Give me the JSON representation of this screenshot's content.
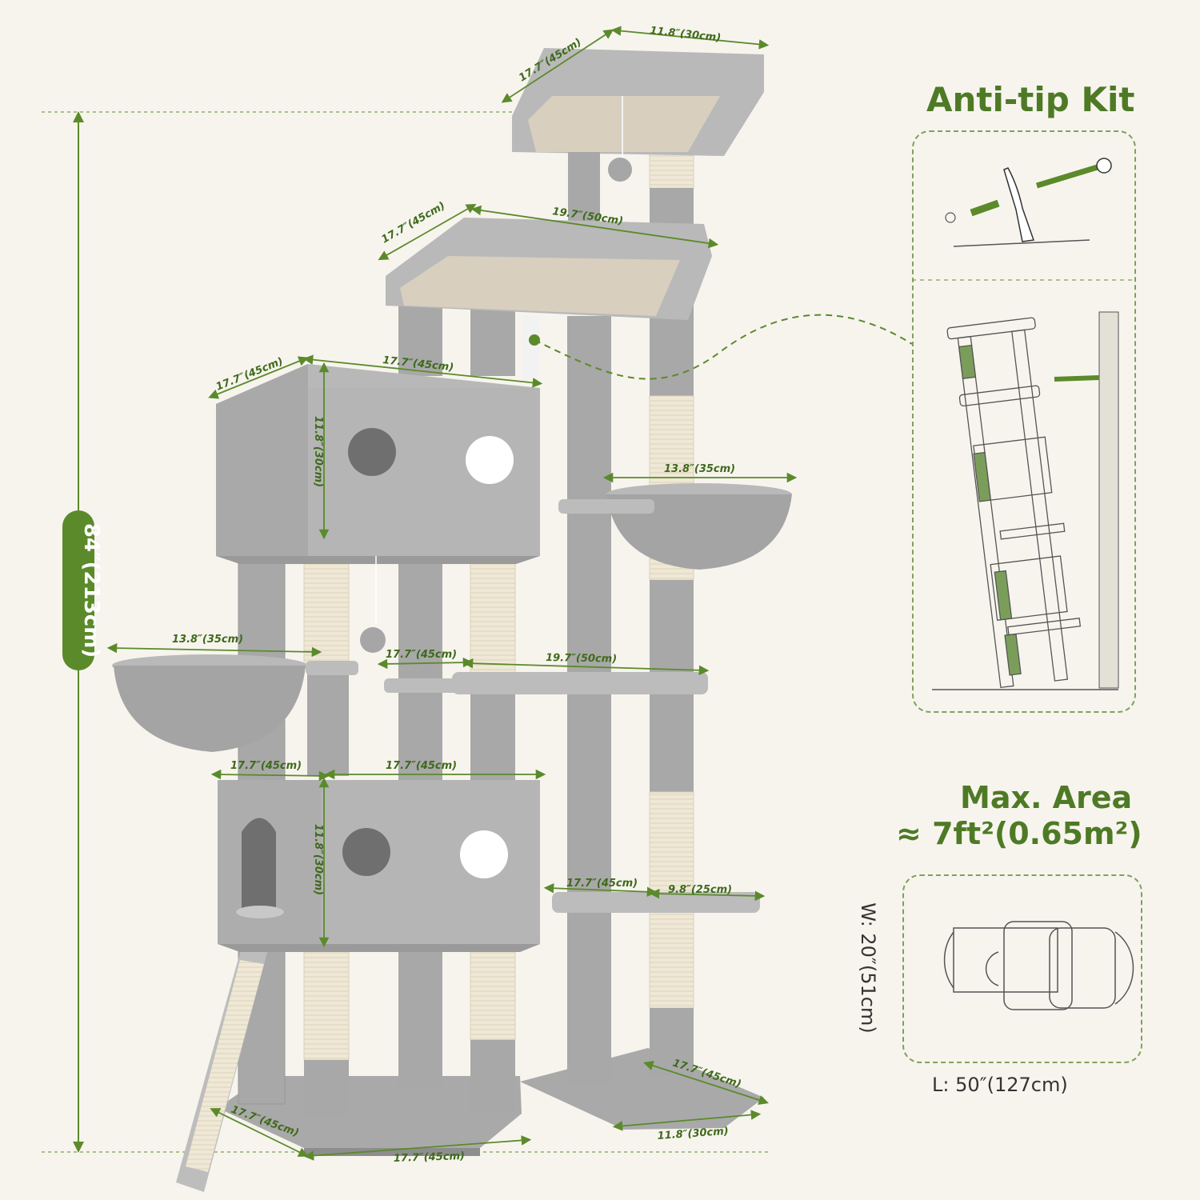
{
  "colors": {
    "accent": "#5b8a2b",
    "plush": "#b3b3b3",
    "sisal": "#efe8d6",
    "background": "#f7f4ee"
  },
  "height_label": "84″(213cm)",
  "dims": {
    "top_w": "11.8″(30cm)",
    "top_d": "17.7″(45cm)",
    "p2_w": "19.7″(50cm)",
    "p2_d": "17.7″(45cm)",
    "cu_w": "17.7″(45cm)",
    "cu_d": "17.7″(45cm)",
    "cu_h": "11.8″(30cm)",
    "hr_w": "13.8″(35cm)",
    "hl_w": "13.8″(35cm)",
    "ps_a": "17.7″(45cm)",
    "ps_b": "19.7″(50cm)",
    "cl_a": "17.7″(45cm)",
    "cl_b": "17.7″(45cm)",
    "cl_h": "11.8″(30cm)",
    "st_a": "17.7″(45cm)",
    "st_b": "9.8″(25cm)",
    "bl_d": "17.7″(45cm)",
    "bl_w": "17.7″(45cm)",
    "br_d": "17.7″(45cm)",
    "br_w": "11.8″(30cm)"
  },
  "anti_tip": {
    "title": "Anti-tip Kit"
  },
  "max_area": {
    "title_line1": "Max. Area",
    "title_line2": "≈ 7ft²(0.65m²)",
    "width": "W: 20″(51cm)",
    "length": "L: 50″(127cm)"
  }
}
